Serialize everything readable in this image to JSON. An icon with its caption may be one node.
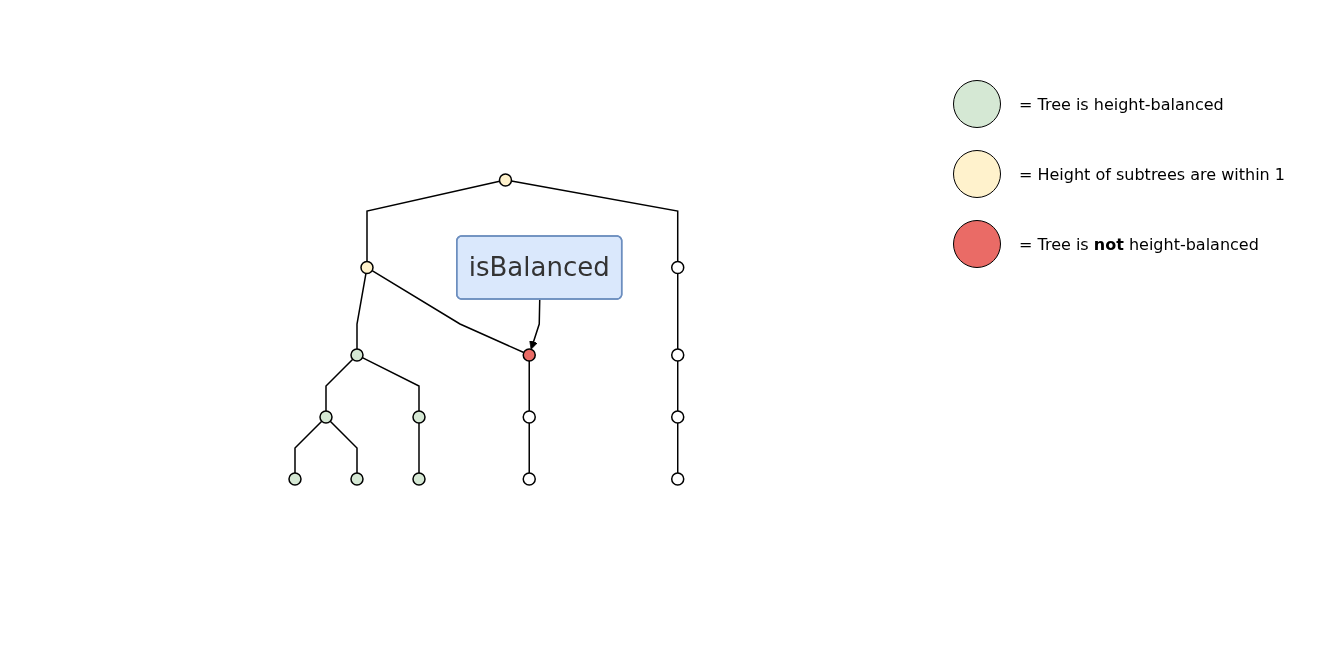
{
  "diagram": {
    "nodes": [
      {
        "text": [],
        "shape": "circle"
      },
      {
        "text": [],
        "shape": "circle"
      },
      {
        "text": [],
        "shape": "circle"
      },
      {
        "text": [
          "isBalanced"
        ]
      },
      {
        "text": [],
        "shape": "circle"
      },
      {
        "text": [],
        "shape": "circle"
      },
      {
        "text": [],
        "shape": "circle"
      },
      {
        "text": [],
        "shape": "circle"
      },
      {
        "text": [],
        "shape": "circle"
      },
      {
        "text": [],
        "shape": "circle"
      },
      {
        "text": [],
        "shape": "circle"
      },
      {
        "text": [],
        "shape": "circle"
      },
      {
        "text": [],
        "shape": "circle"
      },
      {
        "text": [],
        "shape": "circle"
      },
      {
        "text": [],
        "shape": "circle"
      },
      {
        "text": [],
        "shape": "circle"
      }
    ],
    "edges": [
      {
        "from": 0,
        "to": 1,
        "arrow": "none"
      },
      {
        "from": 0,
        "to": 2,
        "arrow": "none"
      },
      {
        "from": 1,
        "to": 4,
        "arrow": "none"
      },
      {
        "from": 1,
        "to": 5,
        "arrow": "none"
      },
      {
        "from": 2,
        "to": 6,
        "arrow": "none"
      },
      {
        "from": 3,
        "to": 5,
        "arrow": "to"
      },
      {
        "from": 4,
        "to": 7,
        "arrow": "none"
      },
      {
        "from": 4,
        "to": 8,
        "arrow": "none"
      },
      {
        "from": 5,
        "to": 9,
        "arrow": "none"
      },
      {
        "from": 6,
        "to": 10,
        "arrow": "none"
      },
      {
        "from": 7,
        "to": 11,
        "arrow": "none"
      },
      {
        "from": 7,
        "to": 12,
        "arrow": "none"
      },
      {
        "from": 8,
        "to": 13,
        "arrow": "none"
      },
      {
        "from": 9,
        "to": 14,
        "arrow": "none"
      },
      {
        "from": 10,
        "to": 15,
        "arrow": "none"
      }
    ],
    "legend": [
      {
        "text": "= Tree is height-balanced",
        "color": "#d5e8d4"
      },
      {
        "text": "= Height of subtrees are within 1",
        "color": "#fff2cc"
      },
      {
        "text": "= Tree is **not** height-balanced",
        "color": "#ea6b66"
      }
    ]
  }
}
